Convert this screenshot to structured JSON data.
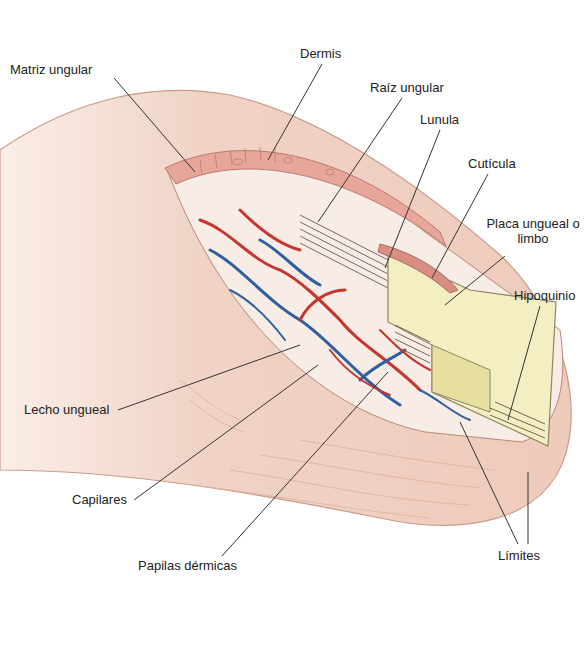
{
  "diagram": {
    "labels": [
      "Matriz ungular",
      "Dermis",
      "Raíz ungular",
      "Lunula",
      "Cutícula",
      "Placa ungueal o limbo",
      "Hipoquinio",
      "Lecho ungueal",
      "Capilares",
      "Papilas dérmicas",
      "Límites"
    ]
  }
}
